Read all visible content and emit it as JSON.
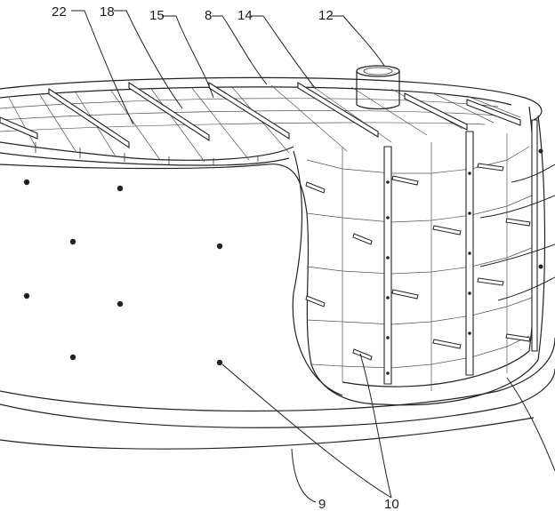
{
  "figure": {
    "labels": [
      {
        "id": "22",
        "text": "22"
      },
      {
        "id": "18",
        "text": "18"
      },
      {
        "id": "15",
        "text": "15"
      },
      {
        "id": "8",
        "text": "8"
      },
      {
        "id": "14",
        "text": "14"
      },
      {
        "id": "12",
        "text": "12"
      },
      {
        "id": "9",
        "text": "9"
      },
      {
        "id": "10",
        "text": "10"
      }
    ]
  }
}
